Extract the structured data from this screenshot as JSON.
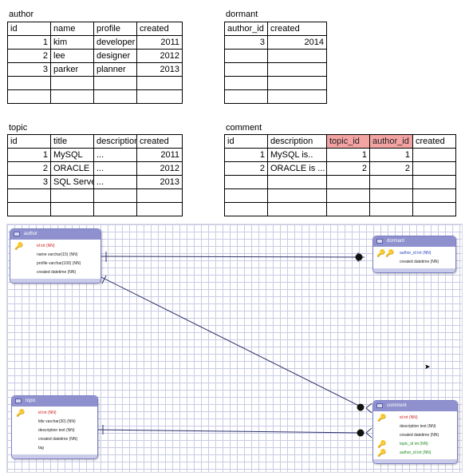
{
  "sheets": {
    "author": {
      "title": "author",
      "headers": [
        "id",
        "name",
        "profile",
        "created"
      ],
      "rows": [
        [
          "1",
          "kim",
          "developer",
          "2011"
        ],
        [
          "2",
          "lee",
          "designer",
          "2012"
        ],
        [
          "3",
          "parker",
          "planner",
          "2013"
        ],
        [
          "",
          "",
          "",
          ""
        ],
        [
          "",
          "",
          "",
          ""
        ]
      ]
    },
    "dormant": {
      "title": "dormant",
      "headers": [
        "author_id",
        "created"
      ],
      "rows": [
        [
          "3",
          "2014"
        ],
        [
          "",
          ""
        ],
        [
          "",
          ""
        ],
        [
          "",
          ""
        ],
        [
          "",
          ""
        ]
      ]
    },
    "topic": {
      "title": "topic",
      "headers": [
        "id",
        "title",
        "description",
        "created"
      ],
      "rows": [
        [
          "1",
          "MySQL",
          "...",
          "2011"
        ],
        [
          "2",
          "ORACLE",
          "...",
          "2012"
        ],
        [
          "3",
          "SQL Server",
          "...",
          "2013"
        ],
        [
          "",
          "",
          "",
          ""
        ],
        [
          "",
          "",
          "",
          ""
        ]
      ]
    },
    "comment": {
      "title": "comment",
      "headers": [
        "id",
        "description",
        "topic_id",
        "author_id",
        "created"
      ],
      "highlight_headers": [
        "topic_id",
        "author_id"
      ],
      "highlight_color": "#f4a3a3",
      "rows": [
        [
          "1",
          "MySQL is..",
          "1",
          "1",
          ""
        ],
        [
          "2",
          "ORACLE is ...",
          "2",
          "2",
          ""
        ],
        [
          "",
          "",
          "",
          "",
          ""
        ],
        [
          "",
          "",
          "",
          "",
          ""
        ],
        [
          "",
          "",
          "",
          "",
          ""
        ]
      ]
    }
  },
  "erd": {
    "grid_color": "#c9cbe4",
    "header_color": "#8f91cf",
    "entities": {
      "author": {
        "name": "author",
        "attributes": [
          {
            "text": "id int (NN)",
            "kind": "pk"
          },
          {
            "text": "name varchar(15) (NN)",
            "kind": "plain"
          },
          {
            "text": "profile varchar(100) (NN)",
            "kind": "plain"
          },
          {
            "text": "created datetime (NN)",
            "kind": "plain"
          }
        ]
      },
      "dormant": {
        "name": "dormant",
        "attributes": [
          {
            "text": "author_id int (NN)",
            "kind": "pkfk"
          },
          {
            "text": "created datetime (NN)",
            "kind": "plain"
          }
        ]
      },
      "topic": {
        "name": "topic",
        "attributes": [
          {
            "text": "id int (NN)",
            "kind": "pk"
          },
          {
            "text": "title varchar(30) (NN)",
            "kind": "plain"
          },
          {
            "text": "description text (NN)",
            "kind": "plain"
          },
          {
            "text": "created datetime (NN)",
            "kind": "plain"
          },
          {
            "text": "tag",
            "kind": "plain"
          }
        ]
      },
      "comment": {
        "name": "comment",
        "attributes": [
          {
            "text": "id int (NN)",
            "kind": "pk"
          },
          {
            "text": "description text (NN)",
            "kind": "plain"
          },
          {
            "text": "created datetime (NN)",
            "kind": "plain"
          },
          {
            "text": "topic_id int (NN)",
            "kind": "fk"
          },
          {
            "text": "author_id int (NN)",
            "kind": "fk"
          }
        ]
      }
    },
    "relationships": [
      {
        "from": "author",
        "to": "dormant",
        "from_end": "one",
        "to_end": "one-optional"
      },
      {
        "from": "author",
        "to": "comment",
        "from_end": "one",
        "to_end": "many-optional"
      },
      {
        "from": "topic",
        "to": "comment",
        "from_end": "one",
        "to_end": "many-optional"
      }
    ]
  }
}
